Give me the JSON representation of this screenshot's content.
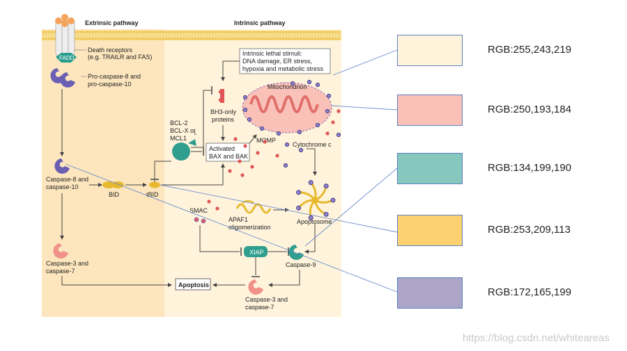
{
  "diagram": {
    "extrinsic_title": "Extrinsic pathway",
    "intrinsic_title": "Intrinsic pathway",
    "fadd": "FADD",
    "death_receptors": [
      "Death receptors",
      "(e.g. TRAILR and FAS)"
    ],
    "procaspase": [
      "Pro-caspase-8 and",
      "pro-caspase-10"
    ],
    "stimuli": [
      "Intrinsic lethal stimuli:",
      "DNA damage, ER stress,",
      "hypoxia and metabolic stress"
    ],
    "mitochondrion": "Mitochondrion",
    "bh3": [
      "BH3-only",
      "proteins"
    ],
    "bcl": [
      "BCL-2",
      "BCL-X  or",
      "MCL1"
    ],
    "bcl_sub": "L",
    "bax": [
      "Activated",
      "BAX and BAK"
    ],
    "momp": "MOMP",
    "cytochrome": "Cytochrome c",
    "caspase8": [
      "Caspase-8 and",
      "caspase-10"
    ],
    "bid": "BID",
    "tbid": "tBID",
    "smac": "SMAC",
    "apaf1": [
      "APAF1",
      "oligomerization"
    ],
    "apoptosome": "Apoptosome",
    "xiap": "XIAP",
    "caspase9": "Caspase-9",
    "caspase3_left": [
      "Caspase-3 and",
      "caspase-7"
    ],
    "apoptosis": "Apoptosis",
    "caspase3_right": [
      "Caspase-3 and",
      "caspase-7"
    ]
  },
  "swatches": [
    {
      "label": "RGB:255,243,219",
      "color": "#fff3db"
    },
    {
      "label": "RGB:250,193,184",
      "color": "#fac1b8"
    },
    {
      "label": "RGB:134,199,190",
      "color": "#86c7be"
    },
    {
      "label": "RGB:253,209,113",
      "color": "#fdd171"
    },
    {
      "label": "RGB:172,165,199",
      "color": "#aca5c7"
    }
  ],
  "watermark": "https://blog.csdn.net/whiteareas",
  "colors": {
    "extrinsic_bg": "#fde6bd",
    "intrinsic_bg": "#fff3db",
    "mito": "#fac1b8",
    "teal": "#86c7be",
    "yellow": "#fdd171",
    "purple": "#aca5c7",
    "pink": "#f0918a",
    "red": "#e05555",
    "blue_dot": "#8b83c9",
    "connector": "#6a8ccc"
  }
}
